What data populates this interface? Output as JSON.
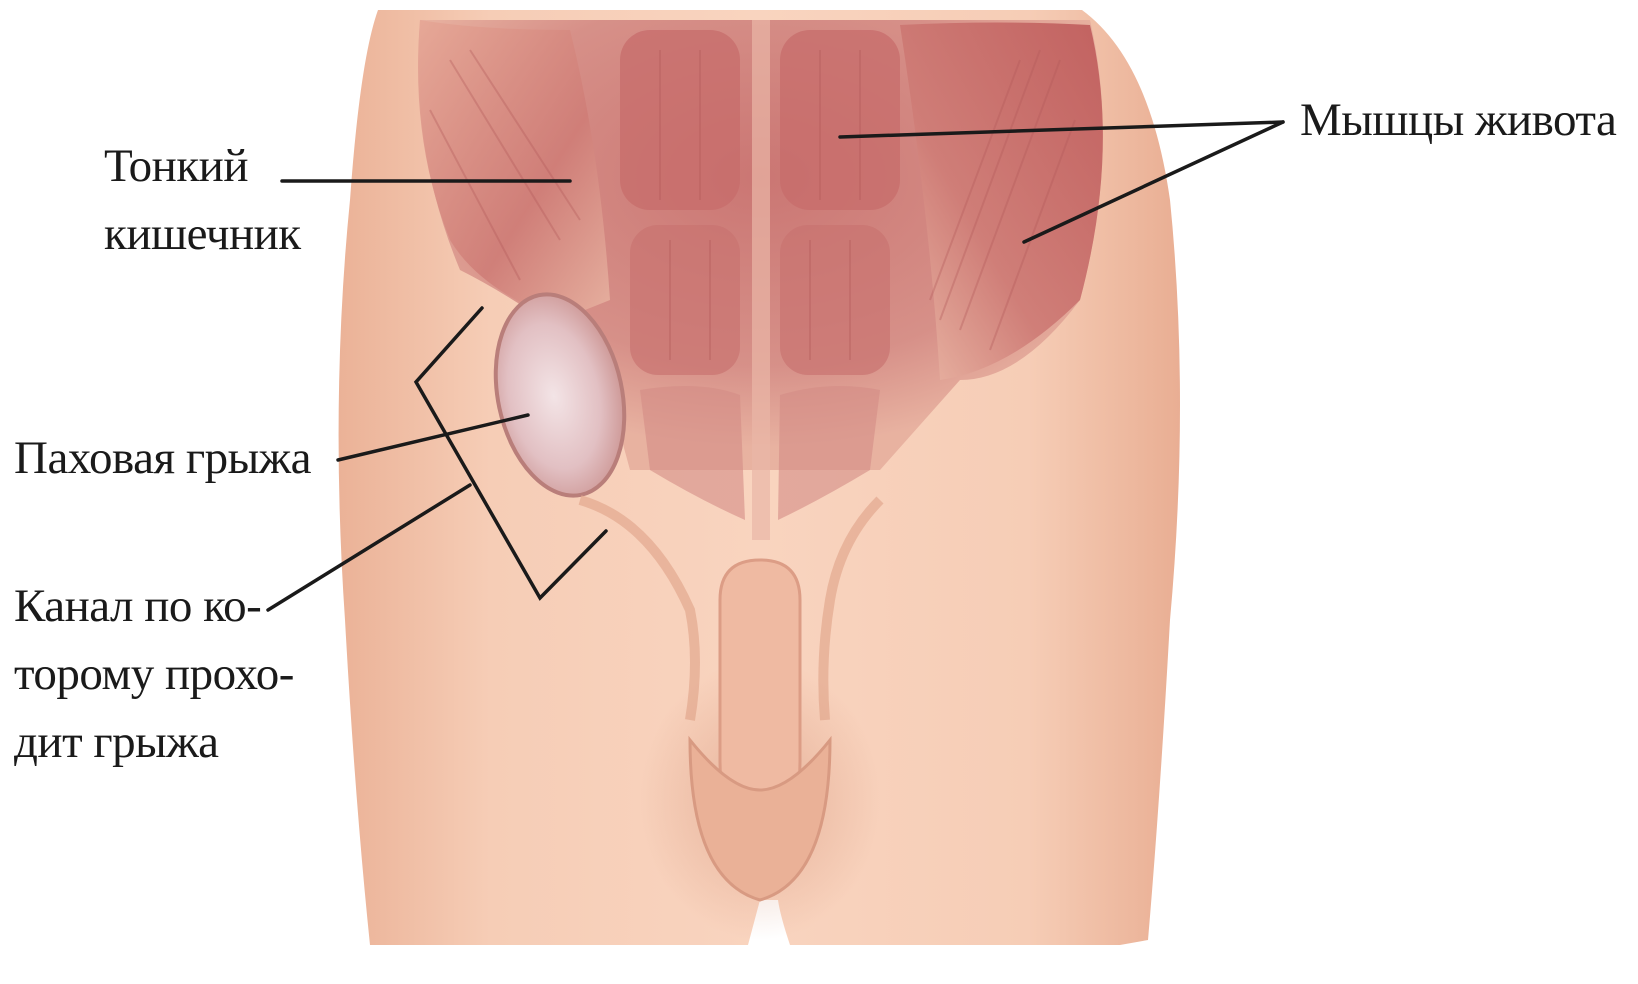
{
  "labels": {
    "small_intestine": [
      "Тонкий",
      "кишечник"
    ],
    "abdominal_muscles": "Мышцы живота",
    "inguinal_hernia": "Паховая грыжа",
    "hernia_canal": [
      "Канал по ко-",
      "торому прохо-",
      "дит грыжа"
    ]
  },
  "colors": {
    "background": "#ffffff",
    "skin": "#f2c3a8",
    "muscle": "#c97a78",
    "leader_line": "#1a1a1a"
  }
}
